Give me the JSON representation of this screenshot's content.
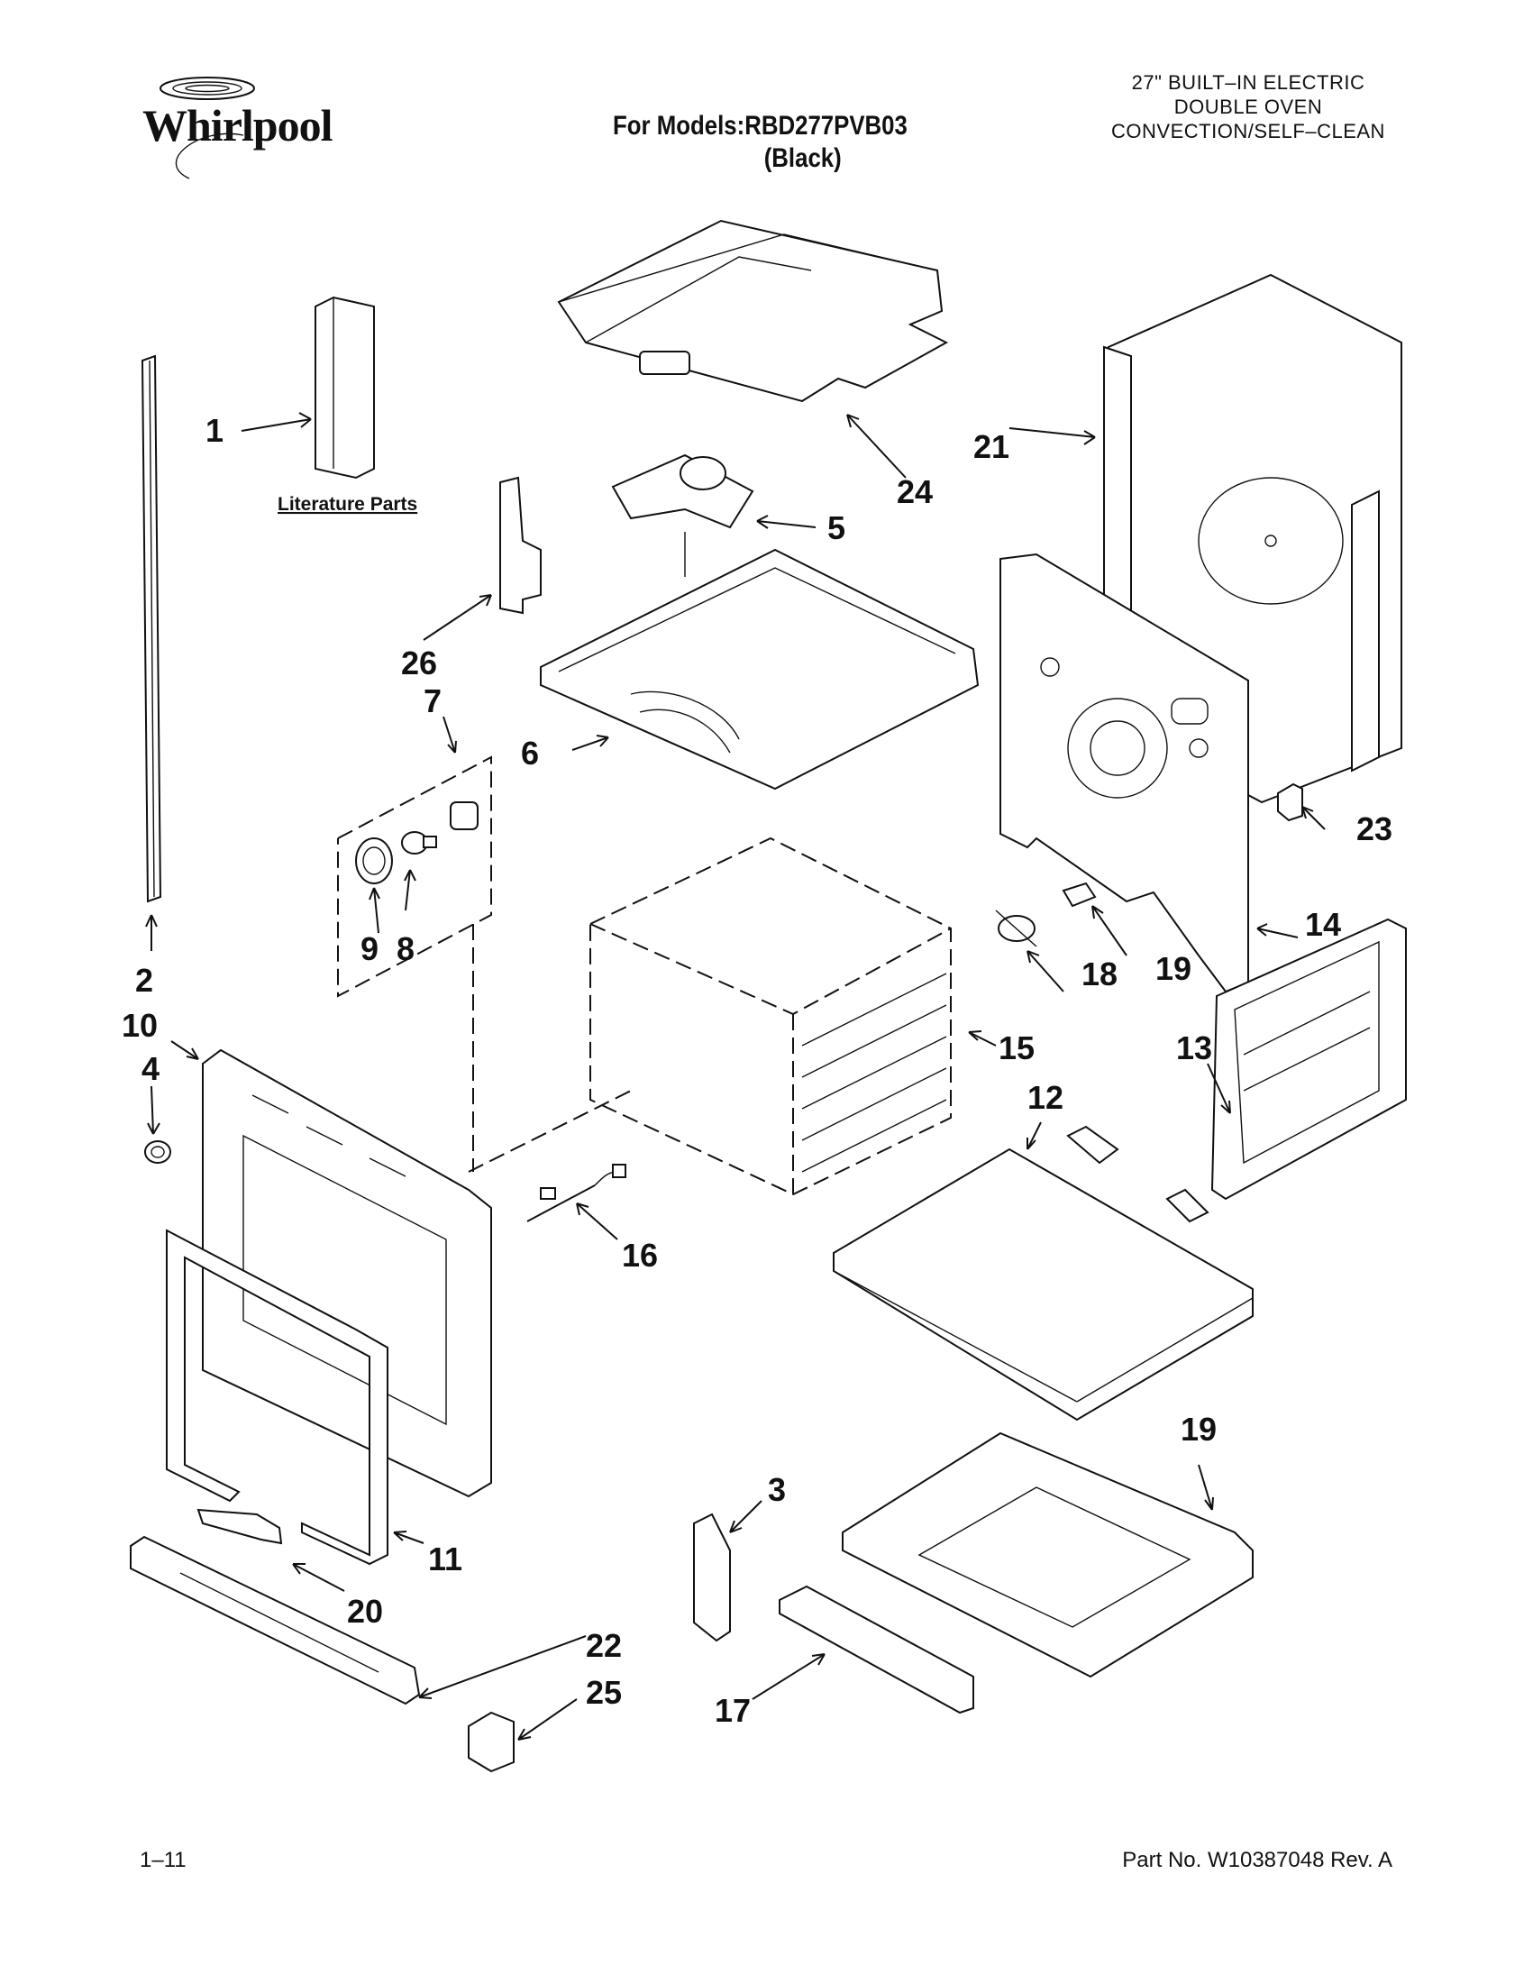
{
  "header": {
    "brand": "Whirlpool",
    "model_line": "For Models:RBD277PVB03",
    "variant": "(Black)",
    "product_lines": [
      "27\" BUILT–IN ELECTRIC",
      "DOUBLE OVEN",
      "CONVECTION/SELF–CLEAN"
    ]
  },
  "diagram": {
    "literature_label": "Literature Parts",
    "callouts": [
      "1",
      "2",
      "3",
      "4",
      "5",
      "6",
      "7",
      "8",
      "9",
      "10",
      "11",
      "12",
      "13",
      "14",
      "15",
      "16",
      "17",
      "18",
      "19",
      "19",
      "20",
      "21",
      "22",
      "23",
      "24",
      "25",
      "26"
    ]
  },
  "footer": {
    "page_number": "1–11",
    "part_number": "Part No. W10387048 Rev. A"
  }
}
